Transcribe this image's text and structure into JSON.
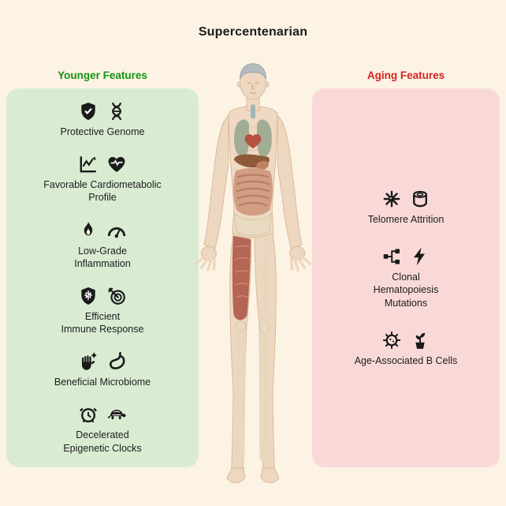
{
  "title": "Supercentenarian",
  "colors": {
    "background": "#fcf3e4",
    "icon": "#1a1a1a",
    "text": "#1a1a1a"
  },
  "panels": {
    "younger": {
      "title": "Younger Features",
      "title_color": "#149314",
      "bg_color": "#d9ecd2",
      "items": [
        {
          "label": "Protective Genome",
          "icons": [
            "shield-check-icon",
            "dna-icon"
          ]
        },
        {
          "label": "Favorable Cardiometabolic\nProfile",
          "icons": [
            "chart-line-icon",
            "heart-pulse-icon"
          ]
        },
        {
          "label": "Low-Grade\nInflammation",
          "icons": [
            "flame-icon",
            "gauge-icon"
          ]
        },
        {
          "label": "Efficient\nImmune Response",
          "icons": [
            "microbe-shield-icon",
            "target-icon"
          ]
        },
        {
          "label": "Beneficial Microbiome",
          "icons": [
            "hand-microbe-icon",
            "stomach-icon"
          ]
        },
        {
          "label": "Decelerated\nEpigenetic Clocks",
          "icons": [
            "alarm-clock-icon",
            "turtle-icon"
          ]
        }
      ]
    },
    "aging": {
      "title": "Aging Features",
      "title_color": "#d42222",
      "bg_color": "#f9d9d8",
      "items": [
        {
          "label": "Telomere Attrition",
          "icons": [
            "spiky-cell-icon",
            "tree-stump-icon"
          ]
        },
        {
          "label": "Clonal\nHematopoiesis\nMutations",
          "icons": [
            "clonal-branch-icon",
            "lightning-icon"
          ]
        },
        {
          "label": "Age-Associated B Cells",
          "icons": [
            "aged-b-cell-icon",
            "potted-plant-icon"
          ]
        }
      ]
    }
  }
}
